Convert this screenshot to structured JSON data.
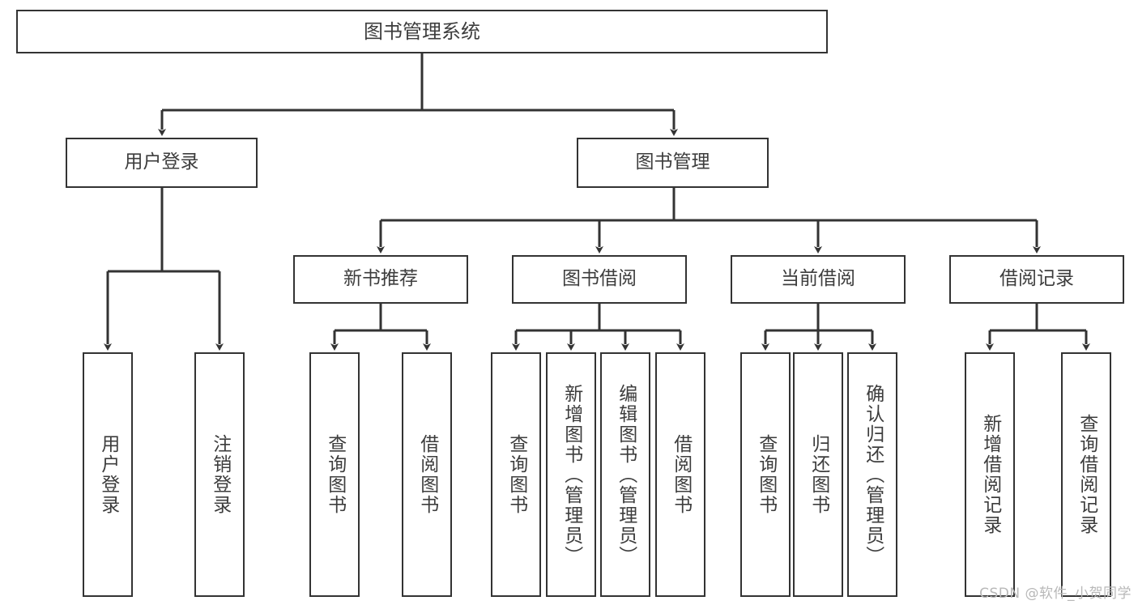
{
  "diagram": {
    "type": "tree-hierarchy",
    "title_node": {
      "label": "图书管理系统"
    },
    "level2": [
      {
        "id": "user-login",
        "label": "用户登录"
      },
      {
        "id": "book-management",
        "label": "图书管理"
      }
    ],
    "level3": [
      {
        "id": "new-book-recommend",
        "label": "新书推荐"
      },
      {
        "id": "book-borrow",
        "label": "图书借阅"
      },
      {
        "id": "current-borrow",
        "label": "当前借阅"
      },
      {
        "id": "borrow-record",
        "label": "借阅记录"
      }
    ],
    "leaves": [
      {
        "id": "leaf-user-login",
        "label": "用户登录"
      },
      {
        "id": "leaf-logout",
        "label": "注销登录"
      },
      {
        "id": "leaf-query-book-1",
        "label": "查询图书"
      },
      {
        "id": "leaf-borrow-book-1",
        "label": "借阅图书"
      },
      {
        "id": "leaf-query-book-2",
        "label": "查询图书"
      },
      {
        "id": "leaf-add-book",
        "label": "新增图书（管理员）"
      },
      {
        "id": "leaf-edit-book",
        "label": "编辑图书（管理员）"
      },
      {
        "id": "leaf-borrow-book-2",
        "label": "借阅图书"
      },
      {
        "id": "leaf-query-book-3",
        "label": "查询图书"
      },
      {
        "id": "leaf-return-book",
        "label": "归还图书"
      },
      {
        "id": "leaf-confirm-return",
        "label": "确认归还（管理员）"
      },
      {
        "id": "leaf-add-record",
        "label": "新增借阅记录"
      },
      {
        "id": "leaf-query-record",
        "label": "查询借阅记录"
      }
    ],
    "colors": {
      "stroke": "#333333",
      "text": "#3d3d3d",
      "background": "#ffffff",
      "watermark": "#b8b8b8"
    }
  },
  "watermark": {
    "text": "CSDN @软件_小贺同学"
  }
}
